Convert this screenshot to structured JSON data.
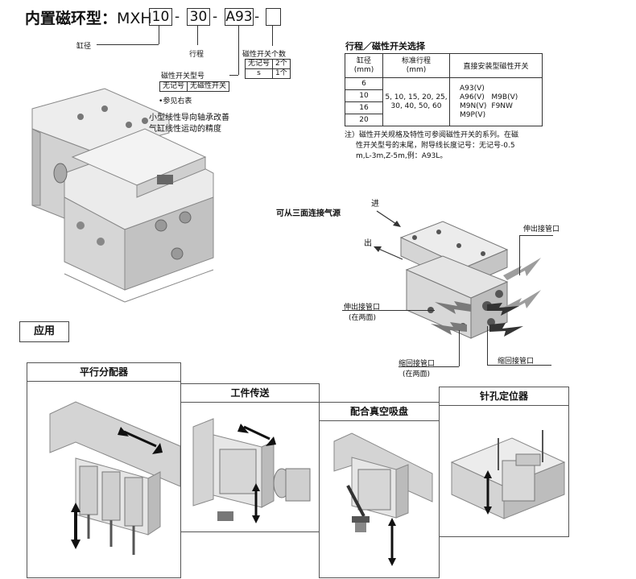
{
  "header": {
    "title_prefix": "内置磁环型：",
    "model": "MXH",
    "bore_box": "10",
    "stroke_box": "30",
    "switch_box": "A93",
    "count_box": "",
    "dash1": "-",
    "dash2": "-",
    "dash3": "-"
  },
  "legend": {
    "bore_label": "缸径",
    "stroke_label": "行程",
    "switch_type_label": "磁性开关型号",
    "switch_none": "无记号",
    "switch_none_desc": "无磁性开关",
    "switch_ref": "参见右表",
    "count_label": "磁性开关个数",
    "count_rows": [
      {
        "code": "无记号",
        "value": "2个"
      },
      {
        "code": "s",
        "value": "1个"
      }
    ]
  },
  "feature_text": [
    "小型线性导向轴承改善",
    "气缸线性运动的精度"
  ],
  "stroke_table": {
    "title": "行程／磁性开关选择",
    "col1_header": [
      "缸径",
      "(mm)"
    ],
    "col2_header": [
      "标准行程",
      "(mm)"
    ],
    "col3_header": "直接安装型磁性开关",
    "bores": [
      "6",
      "10",
      "16",
      "20"
    ],
    "strokes": [
      "5, 10, 15, 20, 25,",
      "30, 40, 50, 60"
    ],
    "switches_left": [
      "A93(V)",
      "A96(V)",
      "M9N(V)",
      "M9P(V)"
    ],
    "switches_right": [
      "M9B(V)",
      "F9NW"
    ]
  },
  "note": {
    "lines": [
      "注）磁性开关规格及特性可参阅磁性开关的系列。在磁",
      "性开关型号的末尾，附导线长度记号：无记号-0.5",
      "m,L-3m,Z-5m,例：A93L。"
    ]
  },
  "ports": {
    "title": "可从三面连接气源",
    "in_label": "进",
    "out_label": "出",
    "extend_right": "伸出接管口",
    "extend_left": "伸出接管口",
    "extend_left_sub": "(在两面)",
    "retract_bottom": "缩回接管口",
    "retract_bottom_sub": "(在两面)",
    "retract_right": "缩回接管口"
  },
  "applications": {
    "title": "应用",
    "panels": [
      {
        "label": "平行分配器"
      },
      {
        "label": "工件传送"
      },
      {
        "label": "配合真空吸盘"
      },
      {
        "label": "针孔定位器"
      }
    ]
  },
  "colors": {
    "body_light": "#e6e6e6",
    "body_mid": "#c9c9c9",
    "body_dark": "#9a9a9a",
    "arrow_dark": "#333333",
    "arrow_light": "#9d9d9d"
  }
}
